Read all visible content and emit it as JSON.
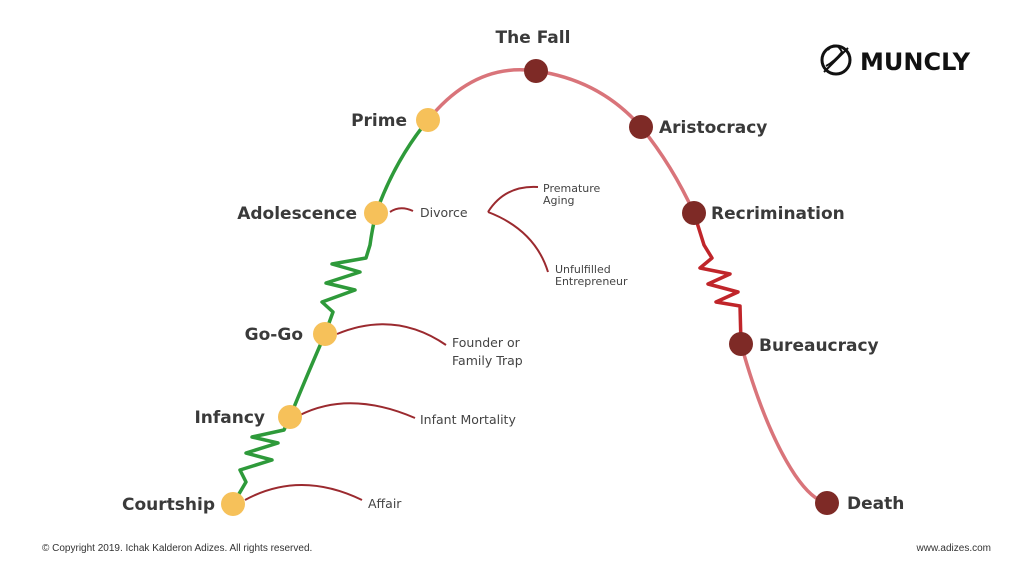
{
  "logo": {
    "text": "MUNCLY"
  },
  "stages": {
    "courtship": "Courtship",
    "infancy": "Infancy",
    "gogo": "Go-Go",
    "adolescence": "Adolescence",
    "prime": "Prime",
    "fall": "The Fall",
    "aristocracy": "Aristocracy",
    "recrimination": "Recrimination",
    "bureaucracy": "Bureaucracy",
    "death": "Death"
  },
  "traps": {
    "affair": "Affair",
    "infant_mortality": "Infant Mortality",
    "founder_trap": [
      "Founder or",
      "Family Trap"
    ],
    "divorce": "Divorce",
    "premature_aging": [
      "Premature",
      "Aging"
    ],
    "unfulfilled": [
      "Unfulfilled",
      "Entrepreneur"
    ]
  },
  "footer": {
    "copyright": "© Copyright 2019. Ichak Kalderon Adizes. All rights reserved.",
    "website": "www.adizes.com"
  },
  "colors": {
    "growth": "#2e9a3a",
    "decline": "#d9747a",
    "decline_zigzag": "#c0252a",
    "growth_dot": "#f6c15a",
    "decline_dot": "#7e2a26",
    "trap_line": "#9b2a2f"
  }
}
